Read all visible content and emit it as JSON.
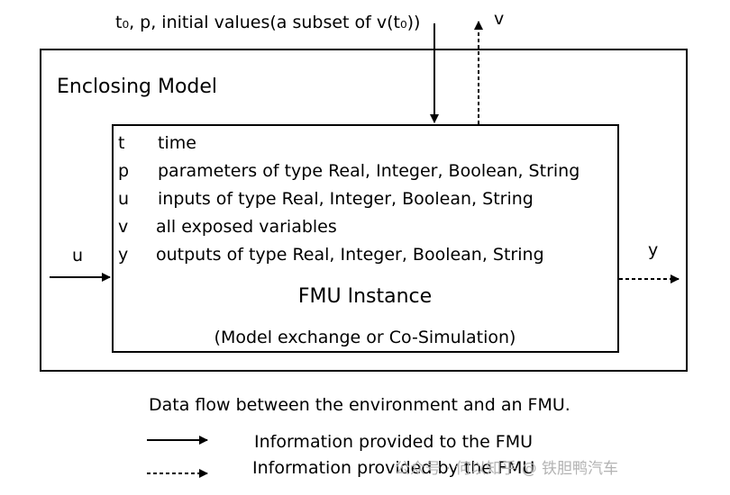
{
  "top": {
    "input_label": "t₀, p, initial values(a subset of v(t₀))",
    "output_label": "v"
  },
  "enclosing_model": {
    "title": "Enclosing Model"
  },
  "fmu": {
    "variables": [
      {
        "symbol": "t",
        "description": "time"
      },
      {
        "symbol": "p",
        "description": "parameters of type Real, Integer, Boolean, String"
      },
      {
        "symbol": "u",
        "description": "inputs of type Real, Integer, Boolean, String"
      },
      {
        "symbol": "v",
        "description": "all exposed variables"
      },
      {
        "symbol": "y",
        "description": "outputs of type Real, Integer, Boolean, String"
      }
    ],
    "title": "FMU Instance",
    "subtitle": "(Model exchange or Co-Simulation)"
  },
  "side": {
    "input_label": "u",
    "output_label": "y"
  },
  "legend": {
    "caption": "Data flow between the environment and an FMU.",
    "solid_text": "Information provided to the FMU",
    "dashed_text": "Information provided by the FMU"
  },
  "watermark": {
    "text": "公众号 · 何以知乎 @ 铁胆鸭汽车"
  },
  "colors": {
    "line": "#000000",
    "watermark": "#b3b3b3"
  }
}
